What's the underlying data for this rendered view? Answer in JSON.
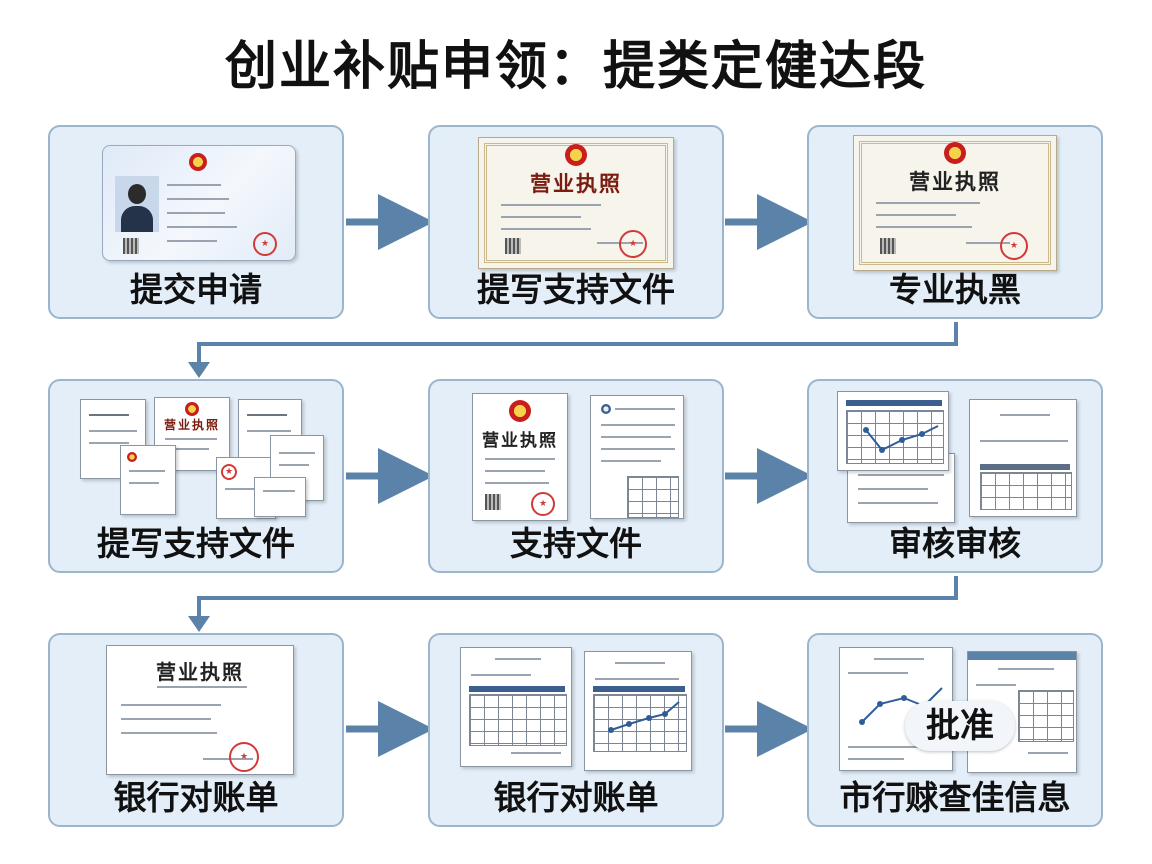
{
  "title": "创业补贴申领：提类定健达段",
  "steps": [
    {
      "label": "提交申请"
    },
    {
      "label": "提写支持文件",
      "doc_title": "营业执照"
    },
    {
      "label": "专业执黑",
      "doc_title": "营业执照"
    },
    {
      "label": "提写支持文件",
      "doc_title": "营业执照"
    },
    {
      "label": "支持文件",
      "doc_title": "营业执照"
    },
    {
      "label": "审核审核"
    },
    {
      "label": "银行对账单",
      "doc_title": "营业执照"
    },
    {
      "label": "银行对账单"
    },
    {
      "label": "市行赇查佳信息",
      "badge": "批准"
    }
  ],
  "colors": {
    "card_bg": "#e3eef8",
    "card_border": "#9bb5cc",
    "arrow": "#5b82a8",
    "emblem_red": "#c81e1e",
    "seal_red": "#d23a3a"
  },
  "icons": [
    "national-emblem-icon",
    "red-seal-icon",
    "qr-code-icon",
    "arrow-right-icon",
    "arrow-down-icon"
  ]
}
